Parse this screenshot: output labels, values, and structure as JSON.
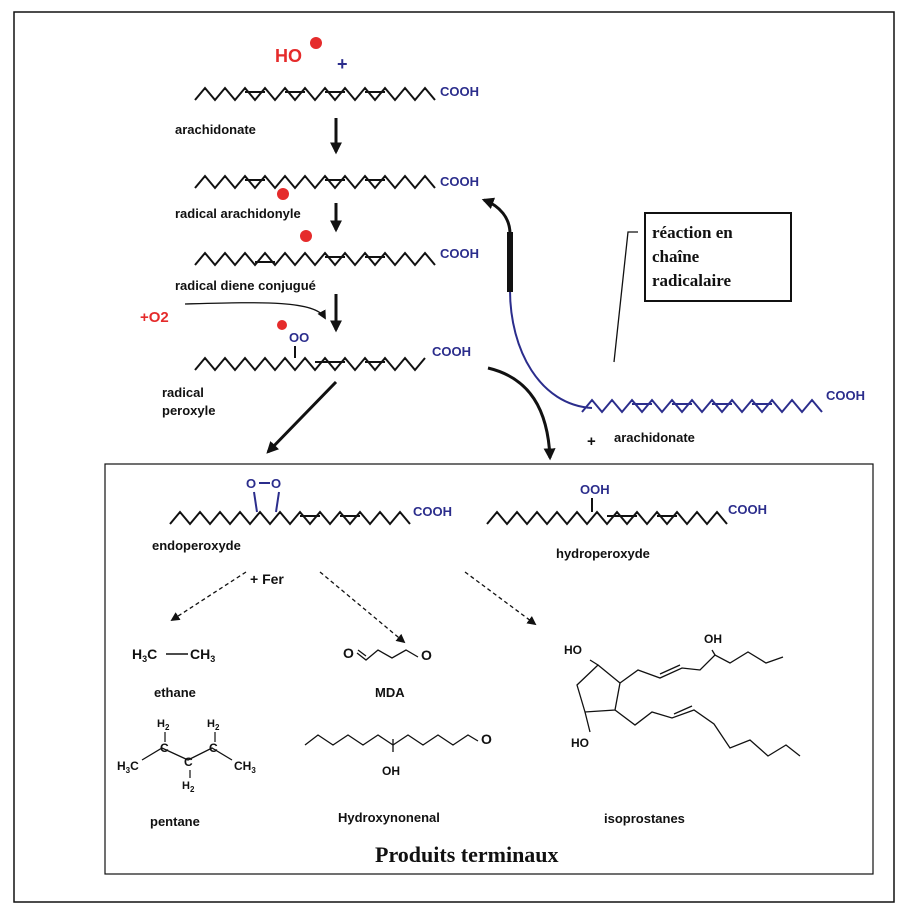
{
  "reagents": {
    "ho_radical": "HO",
    "plus": "+",
    "o2": "+O2",
    "fer": "+ Fer",
    "plus2": "+"
  },
  "groups": {
    "cooh": "COOH",
    "oo": "OO",
    "ooh": "OOH",
    "o": "O",
    "oh": "OH",
    "ho": "HO",
    "h3c": "H3C",
    "ch3": "CH3",
    "h2": "H2",
    "c": "C"
  },
  "labels": {
    "arachidonate": "arachidonate",
    "radical_arachidonyle": "radical arachidonyle",
    "radical_diene": "radical diene conjugué",
    "radical_peroxyle_1": "radical",
    "radical_peroxyle_2": "peroxyle",
    "arachidonate_right": "arachidonate",
    "endoperoxyde": "endoperoxyde",
    "hydroperoxyde": "hydroperoxyde",
    "ethane": "ethane",
    "mda": "MDA",
    "pentane": "pentane",
    "hydroxynonenal": "Hydroxynonenal",
    "isoprostanes": "isoprostanes"
  },
  "callout": {
    "line1": "réaction en",
    "line2": "chaîne",
    "line3": "radicalaire"
  },
  "box_title": "Produits terminaux",
  "colors": {
    "red": "#e52b2b",
    "blue": "#2b2d8c",
    "black": "#111111"
  }
}
